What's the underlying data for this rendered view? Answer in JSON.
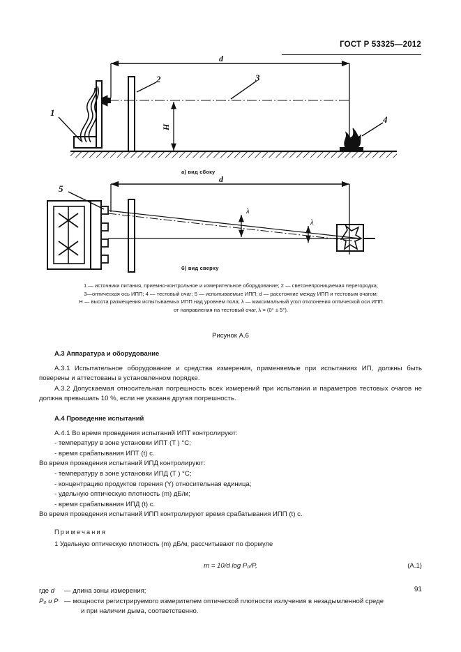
{
  "header": {
    "standard": "ГОСТ Р 53325—2012"
  },
  "figure": {
    "label_d": "d",
    "label_H": "H",
    "label_lambda": "λ",
    "callout_1": "1",
    "callout_2": "2",
    "callout_3": "3",
    "callout_4": "4",
    "callout_5": "5",
    "subcaption_a": "а) вид сбоку",
    "subcaption_b": "б) вид сверху",
    "title": "Рисунок А.6",
    "legend_line_1": "1 — источники питания, приемно-контрольное и измерительное оборудование; 2 — светонепроницаемая перегородка;",
    "legend_line_2": "3—оптическая ось ИПП; 4 — тестовый очаг; 5 — испытываемые ИПП; d — расстояние между ИПП и тестовым очагом;",
    "legend_line_3": "H — высота размещения испытываемых ИПП над уровнем пола; λ — максимальный угол отклонения оптической оси ИПП",
    "legend_line_4": "от направления на тестовый очаг, λ = (0° ± 5°)."
  },
  "sections": {
    "a3_heading": "А.3  Аппаратура и оборудование",
    "a3_1": "А.3.1 Испытательное оборудование и средства измерения, применяемые при испытаниях ИП, должны быть поверены и аттестованы в установленном порядке.",
    "a3_2": "А.3.2 Допускаемая относительная погрешность всех измерений при испытании и параметров тестовых очагов не должна превышать 10 %, если не указана другая погрешность.",
    "a4_heading": "А.4  Проведение испытаний",
    "a4_1": "А.4.1 Во время проведения испытаний ИПТ контролируют:",
    "a4_1_item1": "- температуру в зоне установки ИПТ (T ) °С;",
    "a4_1_item2": "- время срабатывания ИПТ (t) с.",
    "ipd_intro": "Во время проведения испытаний ИПД контролируют:",
    "ipd_item1": "- температуру в зоне установки ИПД (T ) °С;",
    "ipd_item2": "- концентрацию продуктов горения (Y) относительная единица;",
    "ipd_item3": "- удельную оптическую плотность (m) дБ/м;",
    "ipd_item4": "- время срабатывания ИПД (t) с.",
    "ipp_line": "Во время проведения испытаний ИПП контролируют время срабатывания ИПП (t) с.",
    "notes_title": "Примечания",
    "note_1": "1  Удельную оптическую плотность (m) дБ/м, рассчитывают по формуле",
    "formula": "m = 10/d log P₀/P,",
    "formula_number": "(А.1)",
    "where_label": "где",
    "where_d_key": "d",
    "where_d_val": "— длина зоны измерения;",
    "where_p_key": "P₀ и P",
    "where_p_val": "— мощности  регистрируемого  измерителем  оптической  плотности  излучения  в  незадымленной  среде",
    "where_p_cont": "и при наличии дыма, соответственно."
  },
  "footer": {
    "page_number": "91"
  }
}
